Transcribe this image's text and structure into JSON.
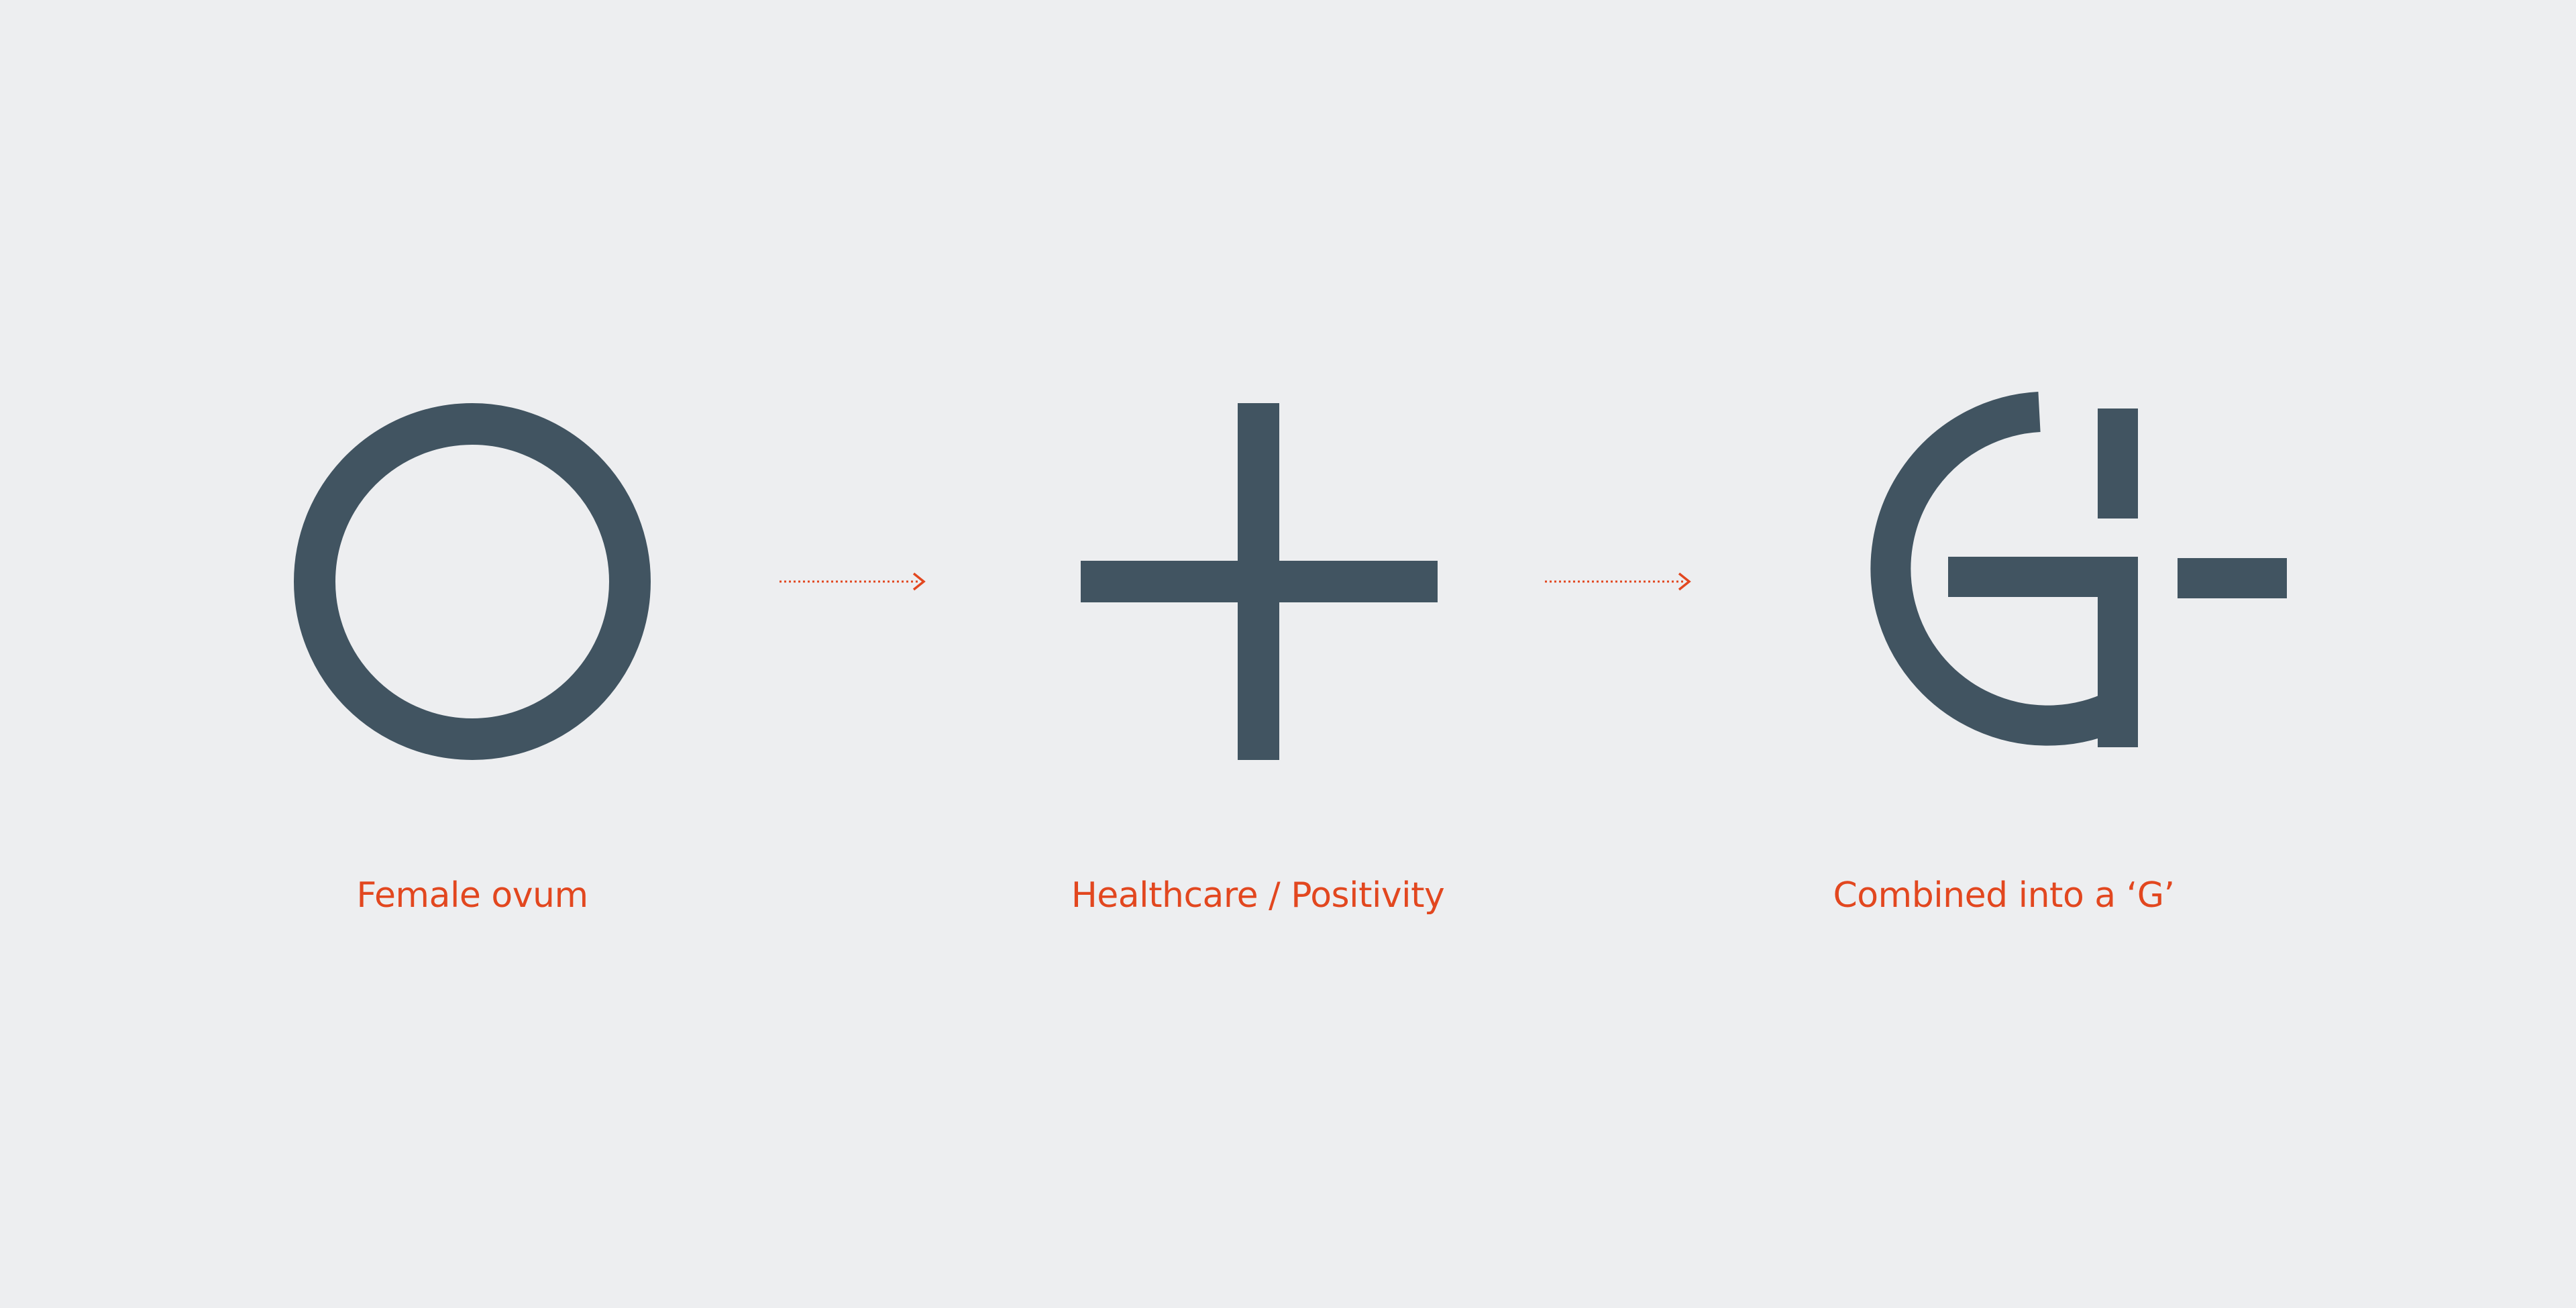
{
  "colors": {
    "background": "#edeef0",
    "shape": "#415461",
    "accent": "#e2471f"
  },
  "steps": [
    {
      "icon": "circle-ring-icon",
      "caption": "Female ovum"
    },
    {
      "icon": "plus-cross-icon",
      "caption": "Healthcare / Positivity"
    },
    {
      "icon": "g-plus-logo-icon",
      "caption": "Combined into a ‘G’"
    }
  ],
  "connectors": [
    {
      "icon": "dotted-arrow-right-icon"
    },
    {
      "icon": "dotted-arrow-right-icon"
    }
  ]
}
